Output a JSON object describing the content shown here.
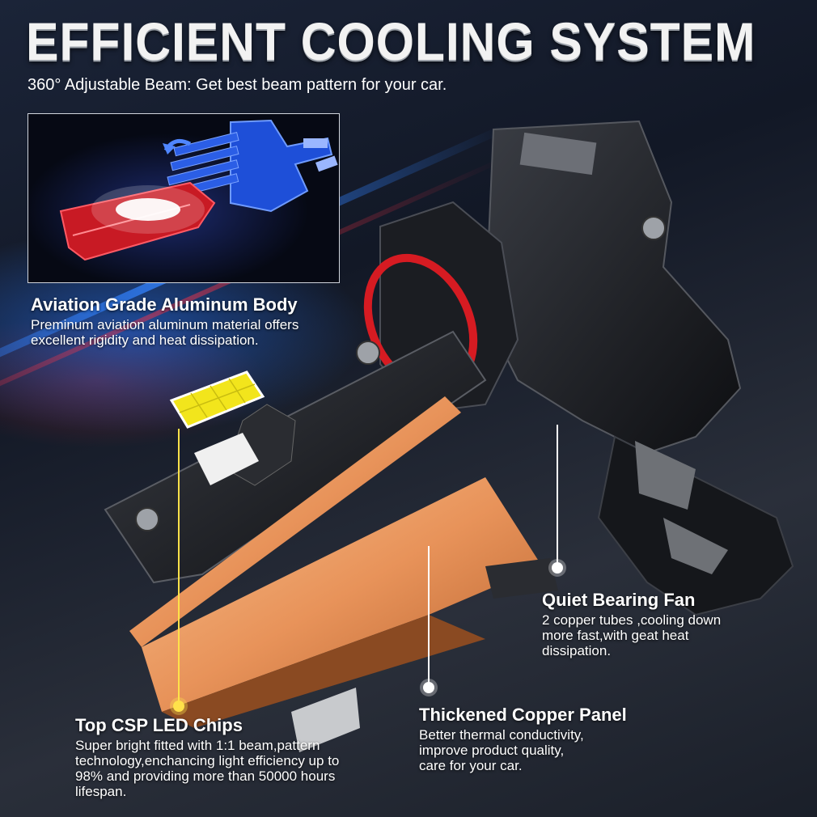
{
  "header": {
    "title": "EFFICIENT COOLING SYSTEM",
    "subtitle": "360° Adjustable Beam: Get best beam pattern for your car."
  },
  "features": {
    "aluminum": {
      "title": "Aviation Grade Aluminum Body",
      "lines": [
        "Preminum aviation aluminum material offers",
        "excellent rigidity and heat dissipation."
      ]
    },
    "fan": {
      "title": "Quiet Bearing Fan",
      "lines": [
        "2 copper tubes ,cooling down",
        "more fast,with geat heat",
        "dissipation."
      ]
    },
    "chips": {
      "title": "Top CSP LED Chips",
      "lines": [
        "Super bright fitted with 1:1 beam,pattern",
        "technology,enchancing light efficiency up to",
        "98% and providing more than 50000 hours",
        "lifespan."
      ]
    },
    "copper": {
      "title": "Thickened Copper Panel",
      "lines": [
        "Better thermal conductivity,",
        "improve product quality,",
        "care for your car."
      ]
    }
  },
  "colors": {
    "accent_blue": "#2a6cff",
    "accent_red": "#e0202a",
    "copper": "#e8935a",
    "led_yellow": "#f2e51c"
  },
  "icons": [
    "led-bulb-inset-image",
    "led-bulb-product-image"
  ]
}
